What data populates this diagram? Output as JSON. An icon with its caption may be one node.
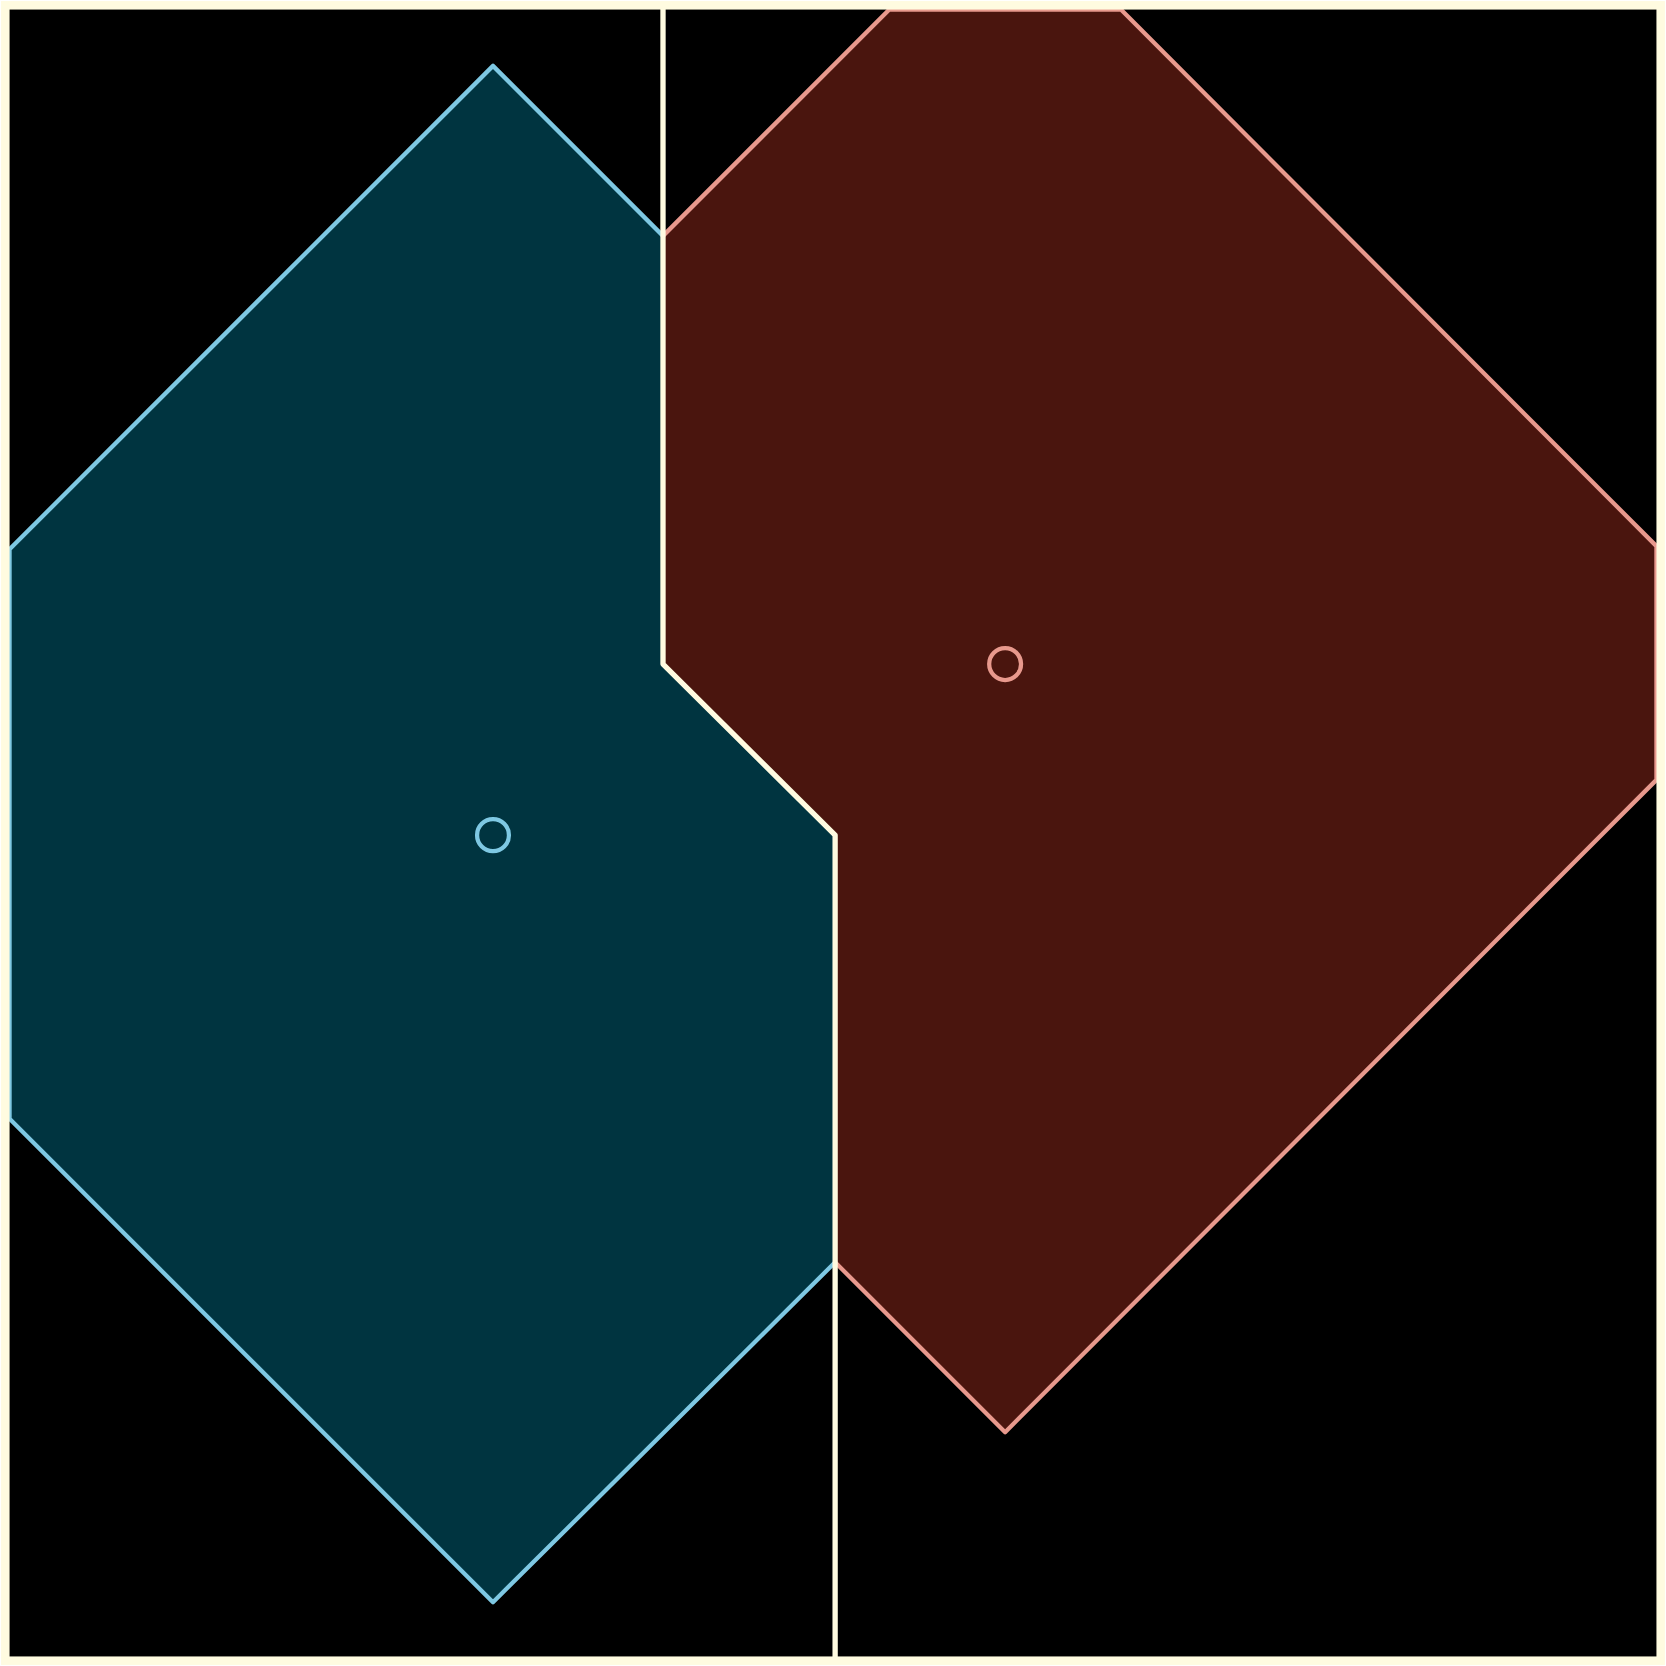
{
  "diagram": {
    "nodes": [
      {
        "text": [],
        "shape": "polygon"
      },
      {
        "text": [],
        "shape": "polygon"
      },
      {
        "text": [],
        "shape": "circle",
        "in": 0
      },
      {
        "text": [],
        "shape": "circle",
        "in": 1
      }
    ]
  }
}
